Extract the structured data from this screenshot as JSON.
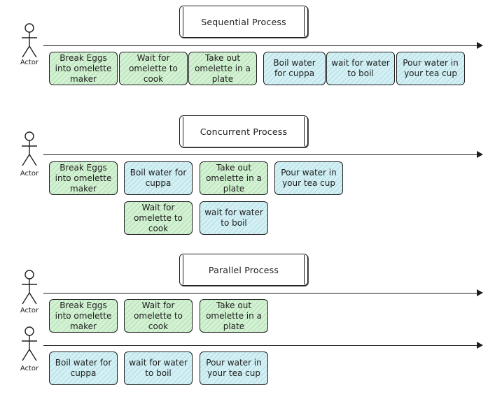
{
  "sections": {
    "sequential": {
      "title": "Sequential Process",
      "actor": "Actor",
      "tasks": [
        "Break Eggs into omelette maker",
        "Wait for omelette to cook",
        "Take out omelette in a plate",
        "Boil water for cuppa",
        "wait for water to boil",
        "Pour water in your tea cup"
      ]
    },
    "concurrent": {
      "title": "Concurrent Process",
      "actor": "Actor",
      "tasks": [
        "Break Eggs into omelette maker",
        "Boil water for cuppa",
        "Take out omelette in a plate",
        "Pour water in your tea cup",
        "Wait for omelette to cook",
        "wait for water to boil"
      ]
    },
    "parallel": {
      "title": "Parallel Process",
      "actor_1": "Actor",
      "actor_2": "Actor",
      "lane_1_tasks": [
        "Break Eggs into omelette maker",
        "Wait for omelette to cook",
        "Take out omelette in a plate"
      ],
      "lane_2_tasks": [
        "Boil water for cuppa",
        "wait for water to boil",
        "Pour water in your tea cup"
      ]
    }
  },
  "colors": {
    "omelette_task": "#d3f1d3",
    "tea_task": "#d4f0f4",
    "stroke": "#1e1e1e"
  }
}
